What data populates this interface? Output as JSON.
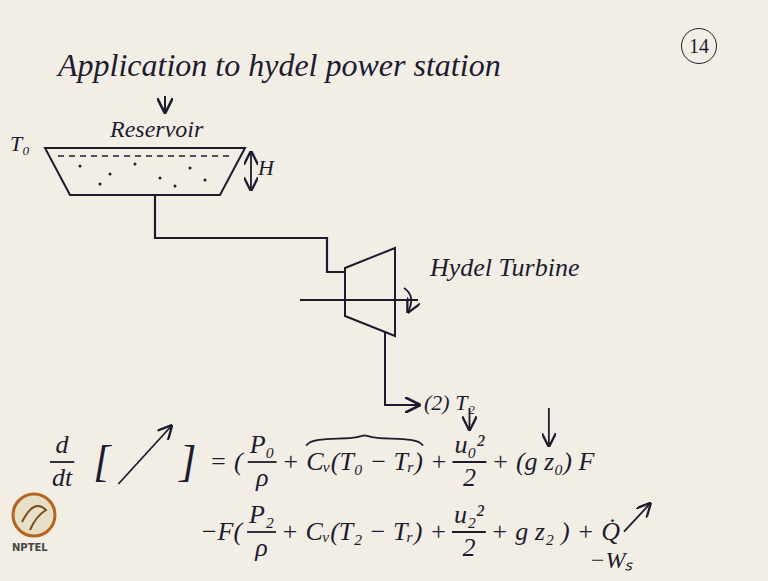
{
  "diagram": {
    "title": "Application to hydel power station",
    "nodes": [
      {
        "text": [
          "Reservoir"
        ]
      },
      {
        "text": [
          "Hydel Turbine"
        ]
      }
    ],
    "edges": [
      {
        "from": 0,
        "to": 1,
        "arrow": "none"
      }
    ],
    "labels": [
      "14",
      "T₀",
      "H",
      "(2) T₂",
      "d",
      "dt",
      "[",
      "]",
      "=",
      "(",
      "P₀",
      "ρ",
      "+",
      "Cᵥ(T₀ − Tᵣ)",
      "+",
      "u₀²",
      "2",
      "+",
      "(g z₀) F",
      "−F(",
      "P₂",
      "ρ",
      "+",
      "Cᵥ(T₂ − Tᵣ)",
      "+",
      "u₂²",
      "2",
      "+",
      "g z₂",
      ")",
      "+",
      "Q̇",
      "−Wₛ",
      "NPTEL"
    ]
  }
}
